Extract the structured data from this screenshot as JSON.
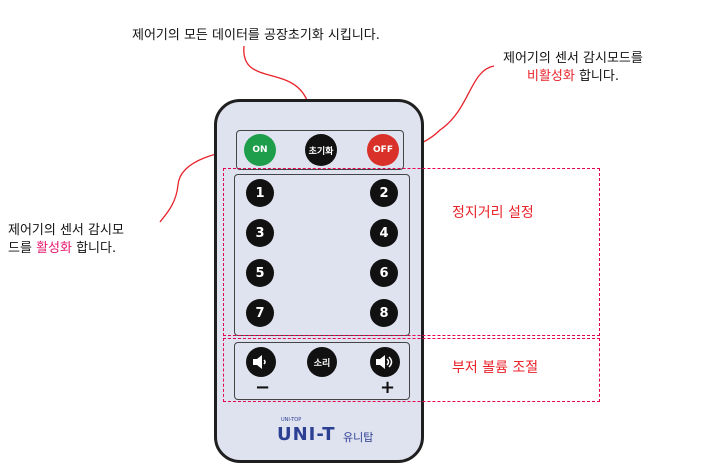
{
  "annotations": {
    "factory_reset": "제어기의 모든 데이터를 공장초기화 시킵니다.",
    "off_line1": "제어기의 센서 감시모드를",
    "off_highlight": "비활성화",
    "off_rest": " 합니다.",
    "on_line1": "제어기의 센서 감시모",
    "on_prefix": "드를 ",
    "on_highlight": "활성화",
    "on_rest": " 합니다."
  },
  "sections": {
    "distance": "정지거리 설정",
    "buzzer": "부저 볼륨 조절"
  },
  "remote": {
    "on": "ON",
    "reset": "초기화",
    "off": "OFF",
    "numbers": [
      "1",
      "2",
      "3",
      "4",
      "5",
      "6",
      "7",
      "8"
    ],
    "sound": "소리",
    "minus": "−",
    "plus": "+",
    "logo_small": "UNI-TOP",
    "logo": "UNI-T",
    "logo_kr": "유니탑"
  },
  "colors": {
    "on": "#1e9e4a",
    "off": "#d9312a",
    "dark": "#111111",
    "dash": "#e4004f",
    "leader": "#e8232a",
    "logo": "#2b3f93"
  }
}
